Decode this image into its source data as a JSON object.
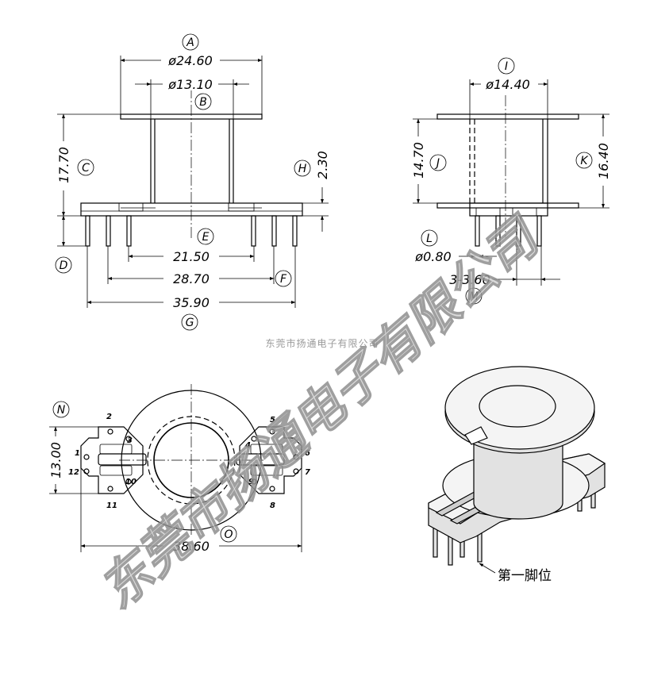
{
  "front_view": {
    "dim_A": "ø24.60",
    "dim_B": "ø13.10",
    "dim_C": "17.70",
    "dim_H": "2.30",
    "dim_E": "21.50",
    "dim_F": "28.70",
    "dim_G": "35.90"
  },
  "side_view": {
    "dim_I": "ø14.40",
    "dim_J": "14.70",
    "dim_K": "16.40",
    "dim_L": "ø0.80",
    "dim_M": "3-3.60"
  },
  "bottom_view": {
    "dim_N": "13.00",
    "dim_O": "38.60",
    "pins": [
      "1",
      "2",
      "3",
      "4",
      "5",
      "6",
      "7",
      "8",
      "9",
      "10",
      "11",
      "12"
    ]
  },
  "labels": {
    "A": "A",
    "B": "B",
    "C": "C",
    "D": "D",
    "E": "E",
    "F": "F",
    "G": "G",
    "H": "H",
    "I": "I",
    "J": "J",
    "K": "K",
    "L": "L",
    "M": "M",
    "N": "N",
    "O": "O"
  },
  "company_small": "东莞市扬通电子有限公司",
  "first_pin_label": "第一脚位",
  "watermark": "东莞市扬通电子有限公司"
}
